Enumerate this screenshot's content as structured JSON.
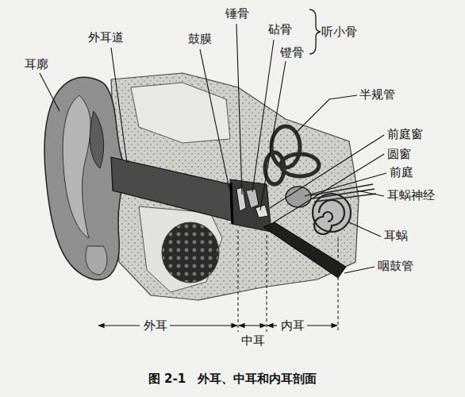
{
  "diagram": {
    "caption": "图 2-1　外耳、中耳和内耳剖面",
    "labels": [
      "锤骨",
      "砧骨",
      "听小骨",
      "外耳道",
      "鼓膜",
      "镫骨",
      "耳廓",
      "半规管",
      "前庭窗",
      "圆窗",
      "前庭",
      "耳蜗神经",
      "耳蜗",
      "咽鼓管",
      "外耳",
      "中耳",
      "内耳"
    ]
  }
}
